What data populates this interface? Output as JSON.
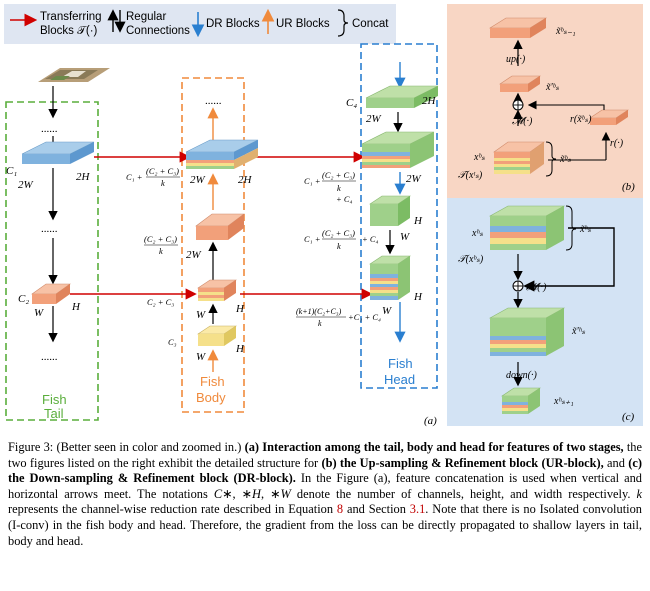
{
  "legend": {
    "transfer_label_1": "Transferring",
    "transfer_label_2": "Blocks 𝒯(·)",
    "regular_label_1": "Regular",
    "regular_label_2": "Connections",
    "dr_label": "DR Blocks",
    "ur_label": "UR Blocks",
    "concat_label": "Concat"
  },
  "panel_a": {
    "tail_label_1": "Fish",
    "tail_label_2": "Tail",
    "body_label_1": "Fish",
    "body_label_2": "Body",
    "head_label_1": "Fish",
    "head_label_2": "Head",
    "dots": "......",
    "c1": "C₁",
    "c2": "C₂",
    "c3": "C₃",
    "c4": "C₄",
    "two_w": "2W",
    "two_h": "2H",
    "w": "W",
    "h": "H",
    "expr_c1": "C₁ +",
    "expr_frac_top": "(C₂ + C₃)",
    "expr_frac_bot": "k",
    "expr_c2c3": "C₂ + C₃",
    "expr_c1_plus": "C₁ +",
    "expr_c4": "+ C₄",
    "expr_k1_top": "(k+1)(C₂+C₃)",
    "expr_k1_bot": "k",
    "expr_k1_tail": "+C₁ + C₄",
    "label": "(a)"
  },
  "panel_b": {
    "top_label": "x̃ᵇₛ₋₁",
    "up_label": "up(·)",
    "mid_label": "x̃'ᵇₛ",
    "m_label": "𝓜(·)",
    "r1_label": "r(x̃ᵇₛ)",
    "r2_label": "r(·)",
    "xs_label": "xᵇₛ",
    "t_label": "𝒯(xᵗₛ)",
    "xt_label": "x̃ᵇₛ",
    "label": "(b)"
  },
  "panel_c": {
    "xs_label": "xʰₛ",
    "t_label": "𝒯(xᵇₛ)",
    "xt_label": "x̃ʰₛ",
    "m_label": "𝓜(·)",
    "mid_label": "x̃'ʰₛ",
    "down_label": "down(·)",
    "out_label": "xʰₛ₊₁",
    "label": "(c)"
  },
  "caption": {
    "p1": "Figure 3: (Better seen in color and zoomed in.) ",
    "b1": "(a) Interaction among the tail, body and head for features of two stages,",
    "p2": " the two figures listed on the right exhibit the detailed structure for ",
    "b2": "(b) the Up-sampling & Refinement block (UR-block),",
    "p3": " and ",
    "b3": "(c) the Down-sampling & Refinement block (DR-block).",
    "p4": " In the Figure (a), feature concatenation is used when vertical and horizontal arrows meet. The notations ",
    "i1": "C",
    "p5": "∗, ∗",
    "i2": "H",
    "p6": ", ∗",
    "i3": "W",
    "p7": " denote the number of channels, height, and width respectively. ",
    "i4": "k",
    "p8": " represents the channel-wise reduction rate described in Equation ",
    "r1": "8",
    "p9": " and Section ",
    "r2": "3.1",
    "p10": ". Note that there is no Isolated convolution (I-conv) in the fish body and head. Therefore, the gradient from the loss can be directly propagated to shallow layers in tail, body and head."
  }
}
